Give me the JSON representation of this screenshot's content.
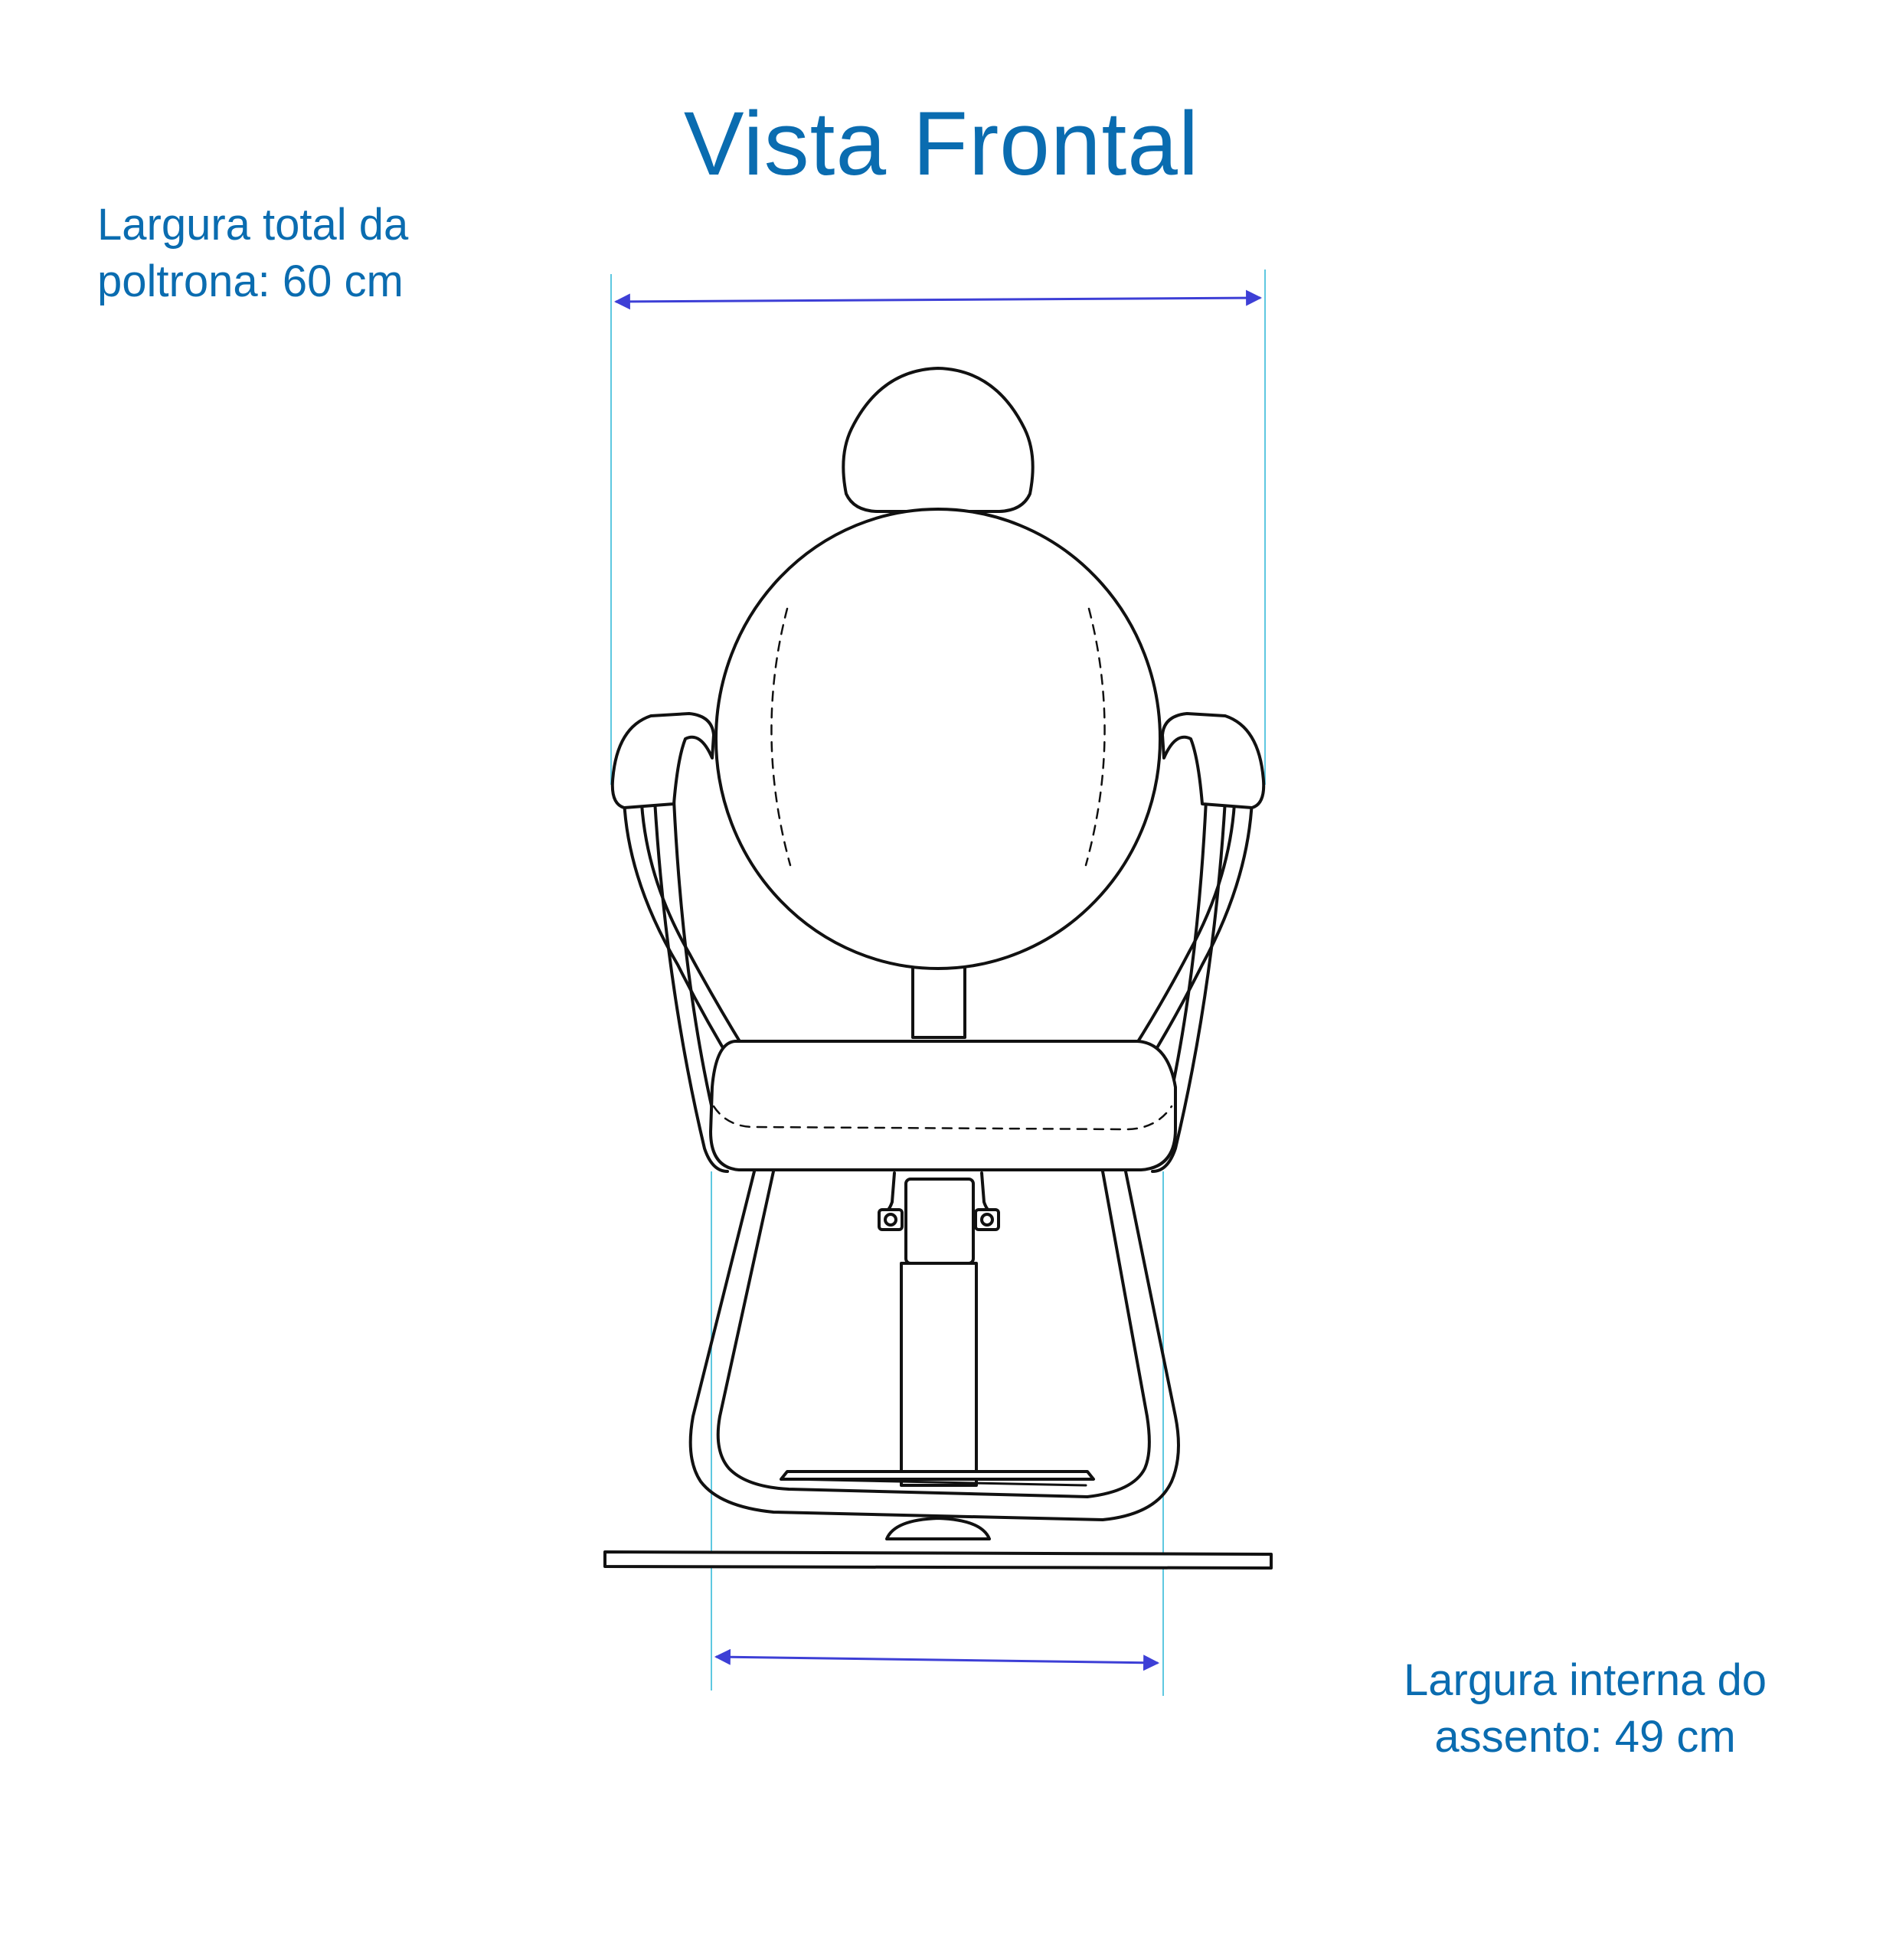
{
  "title": "Vista Frontal",
  "dimensions": {
    "total_width": {
      "line1": "Largura total da",
      "line2": "poltrona: 60 cm"
    },
    "seat_inner_width": {
      "line1": "Largura interna do",
      "line2": "assento: 49 cm"
    }
  },
  "colors": {
    "text": "#0a6cb0",
    "extension_line": "#5ec8e0",
    "arrow": "#3d3fd6",
    "outline": "#111111"
  }
}
